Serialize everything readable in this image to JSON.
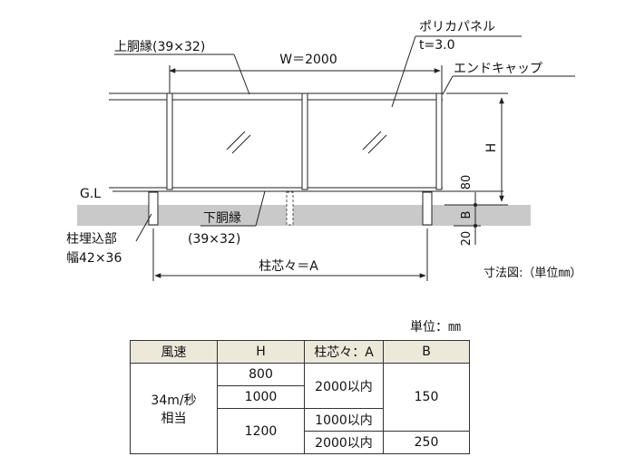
{
  "diagram": {
    "labels": {
      "top_rail": "上胴縁(39×32)",
      "width": "W＝2000",
      "panel_name": "ポリカパネル",
      "panel_thickness": "t=3.0",
      "end_cap": "エンドキャップ",
      "height": "H",
      "dim_80": "80",
      "dim_b": "B",
      "dim_20": "20",
      "ground_line": "G.L",
      "bottom_rail_name": "下胴縁",
      "bottom_rail_size": "(39×32)",
      "post_embed": "柱埋込部",
      "post_width": "幅42×36",
      "post_pitch": "柱芯々＝A",
      "legend": "寸法図:（単位㎜）"
    }
  },
  "table": {
    "unit": "単位：㎜",
    "headers": [
      "風速",
      "H",
      "柱芯々：A",
      "B"
    ],
    "wind": [
      "34m/秒",
      "相当"
    ],
    "h_values": [
      "800",
      "1000",
      "1200"
    ],
    "a_values": [
      "2000以内",
      "1000以内",
      "2000以内"
    ],
    "b_values": [
      "150",
      "250"
    ]
  }
}
